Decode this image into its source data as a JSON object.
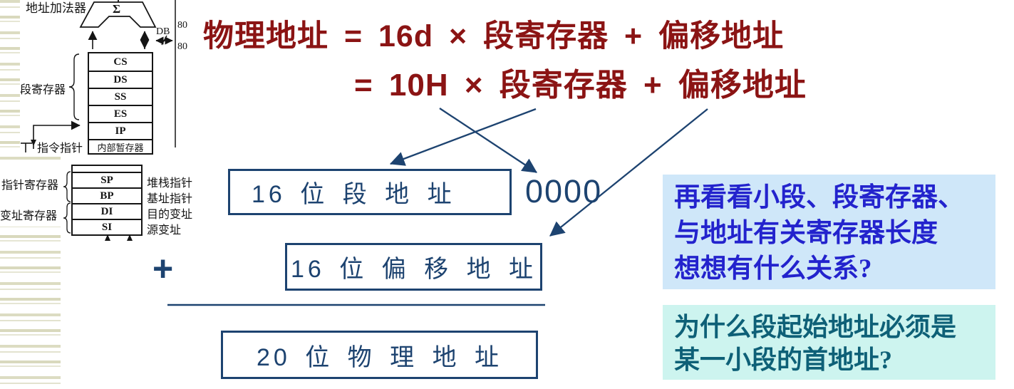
{
  "slide": {
    "background": "#ffffff",
    "stripe_color": "#dcdcc2"
  },
  "figure_registers": {
    "adder_label": "地址加法器",
    "sigma": "Σ",
    "db_label": "DB",
    "bus_width_top": "80",
    "bus_width_bottom": "80",
    "segment_group_label": "段寄存器",
    "segment_registers": [
      "CS",
      "DS",
      "SS",
      "ES",
      "IP"
    ],
    "temp_register_label": "内部暂存器",
    "instruction_pointer_label": "指令指针"
  },
  "figure_pointer_registers": {
    "pointer_group_label": "指针寄存器",
    "index_group_label": "变址寄存器",
    "rows": [
      {
        "name": "SP",
        "desc": "堆栈指针"
      },
      {
        "name": "BP",
        "desc": "基址指针"
      },
      {
        "name": "DI",
        "desc": "目的变址"
      },
      {
        "name": "SI",
        "desc": "源变址"
      }
    ]
  },
  "formula": {
    "color": "#8b1414",
    "line1": "物理地址 = 16d × 段寄存器 + 偏移地址",
    "line2": "= 10H × 段寄存器 + 偏移地址"
  },
  "addition_diagram": {
    "accent_color": "#1d4370",
    "segment_box_label": "16 位 段 地 址",
    "appended_zeros": "0000",
    "plus_sign": "+",
    "offset_box_label": "16 位 偏 移 地 址",
    "physical_box_label": "20 位 物 理 地 址"
  },
  "notes": [
    {
      "bg": "#cfe7f9",
      "color": "#2323cd",
      "lines": [
        "再看看小段、段寄存器、",
        "与地址有关寄存器长度",
        "想想有什么关系?"
      ]
    },
    {
      "bg": "#cdf4ef",
      "color": "#0e6077",
      "lines": [
        "为什么段起始地址必须是",
        "某一小段的首地址?"
      ]
    }
  ]
}
